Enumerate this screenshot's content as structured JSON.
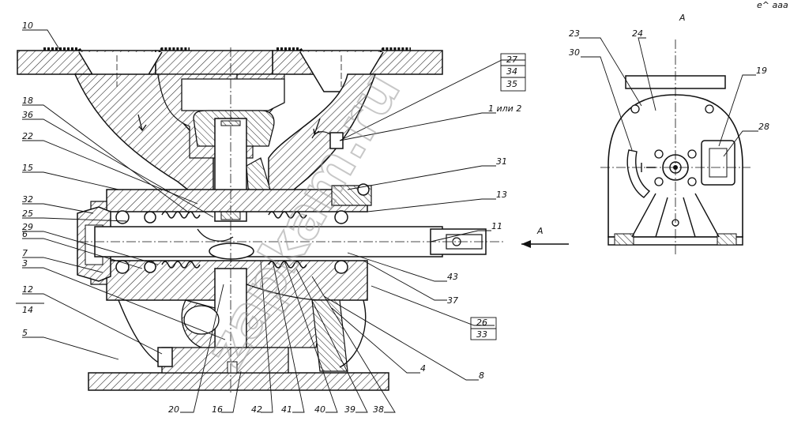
{
  "view_label": "A",
  "arrow_label": "A",
  "watermark": "zapkam.ru",
  "corner_note": "е^ ааа",
  "note_1_or_2": "1 или 2",
  "labels_left": [
    "10",
    "18",
    "36",
    "22",
    "15",
    "32",
    "25",
    "29",
    "6",
    "7",
    "3",
    "12",
    "14",
    "5"
  ],
  "labels_bottom": [
    "20",
    "16",
    "42",
    "41",
    "40",
    "39",
    "38"
  ],
  "labels_right": [
    "27",
    "34",
    "35",
    "31",
    "13",
    "11",
    "43",
    "37",
    "26",
    "33",
    "4",
    "8"
  ],
  "labels_view": [
    "23",
    "24",
    "30",
    "19",
    "28"
  ],
  "colors": {
    "ink": "#111111",
    "hatch": "#222222",
    "watermark": "#9a9a9a"
  }
}
